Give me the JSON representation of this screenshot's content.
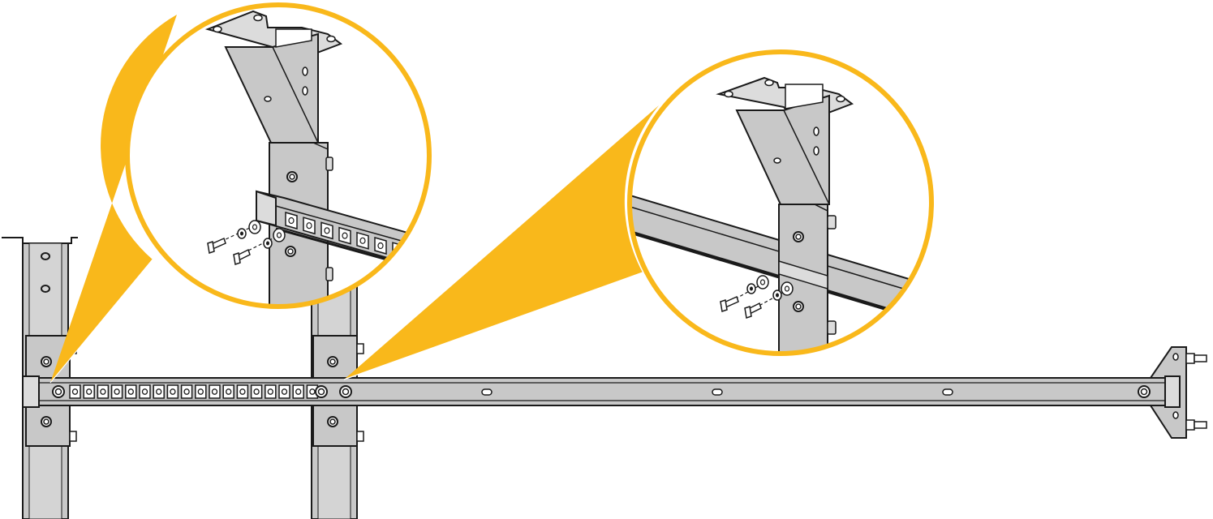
{
  "diagram": {
    "description_visible_text": "",
    "colors": {
      "callout": "#f9b81b",
      "metal": "#c8c8c8",
      "metal_light": "#dcdcdc",
      "outline": "#1a1a1a",
      "background": "#ffffff"
    },
    "callouts": [
      {
        "name": "detail-left"
      },
      {
        "name": "detail-right"
      }
    ],
    "rail_slot_count": 18,
    "rail_oval_count": 3
  }
}
